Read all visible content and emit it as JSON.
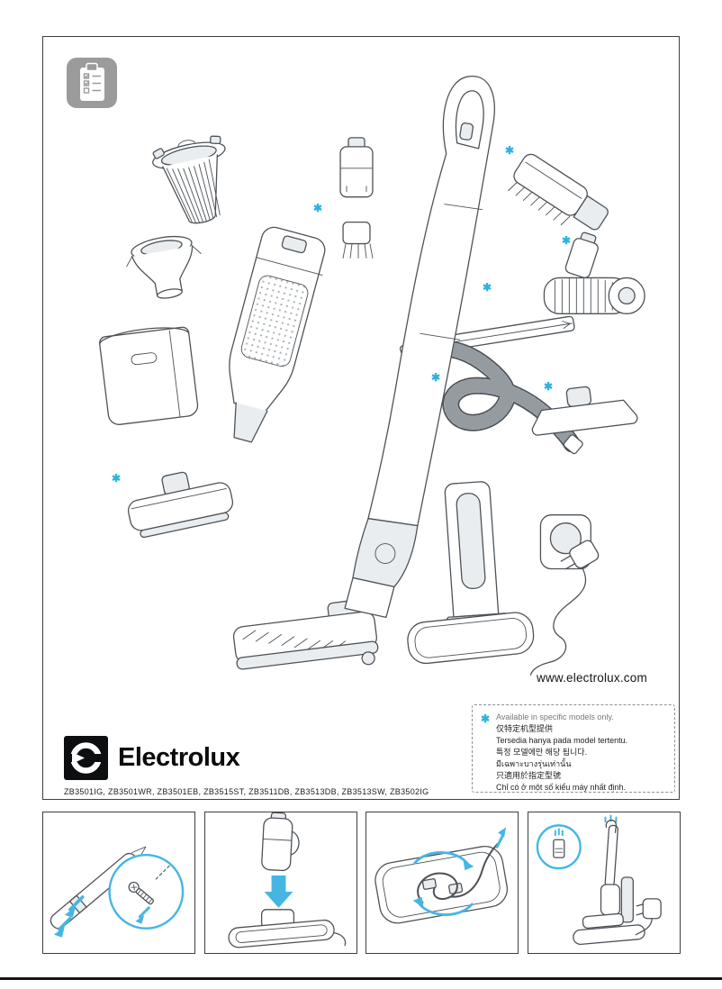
{
  "figure": {
    "website": "www.electrolux.com",
    "asterisk": "✱",
    "illustrated_parts": [
      {
        "name": "fine filter",
        "starred": false
      },
      {
        "name": "filter holder",
        "starred": false
      },
      {
        "name": "dust container",
        "starred": false
      },
      {
        "name": "handheld vacuum unit",
        "starred": false
      },
      {
        "name": "accessory nozzle",
        "starred": false
      },
      {
        "name": "dusting brush",
        "starred": true
      },
      {
        "name": "stick vacuum with floor nozzle",
        "starred": false
      },
      {
        "name": "upholstery brush nozzle",
        "starred": true
      },
      {
        "name": "motorized turbo nozzle",
        "starred": true
      },
      {
        "name": "long crevice tool",
        "starred": true
      },
      {
        "name": "flexible hose",
        "starred": true
      },
      {
        "name": "wide parquet nozzle",
        "starred": true
      },
      {
        "name": "mattress nozzle",
        "starred": true
      },
      {
        "name": "charging stand",
        "starred": false
      },
      {
        "name": "power adapter",
        "starred": false
      }
    ]
  },
  "note": {
    "symbol": "✱",
    "lines": [
      "Available in specific models only.",
      "仅特定机型提供",
      "Tersedia hanya pada model tertentu.",
      "특정 모델에만 해당 됩니다.",
      "มีเฉพาะบางรุ่นเท่านั้น",
      "只適用於指定型號",
      "Chỉ có ở một số kiểu máy nhất định."
    ]
  },
  "brand": {
    "name": "Electrolux",
    "models": "ZB3501IG, ZB3501WR, ZB3501EB, ZB3515ST, ZB3511DB, ZB3513DB, ZB3513SW, ZB3502IG"
  },
  "icons": {
    "clipboard": "checklist-clipboard",
    "logo": "electrolux-symbol"
  },
  "colors": {
    "accent_blue": "#2fb2e2",
    "arrow_blue": "#45b6e4",
    "line_gray": "#4d5257",
    "icon_gray": "#9b9b9b"
  }
}
